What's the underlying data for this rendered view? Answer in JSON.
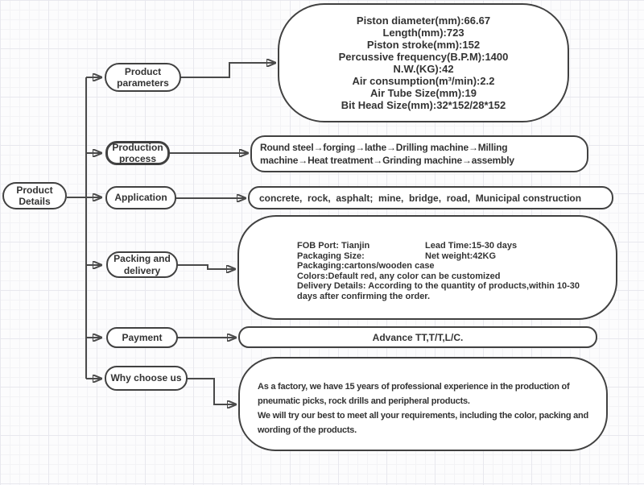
{
  "colors": {
    "line": "#4a4a4a",
    "border": "#414141",
    "text": "#333333",
    "node_bg": "#ffffff"
  },
  "root": {
    "label": "Product\nDetails"
  },
  "branches": [
    {
      "label": "Product\nparameters"
    },
    {
      "label": "Production\nprocess"
    },
    {
      "label": "Application"
    },
    {
      "label": "Packing and\ndelivery"
    },
    {
      "label": "Payment"
    },
    {
      "label": "Why choose us"
    }
  ],
  "params_box": {
    "lines": [
      "Piston diameter(mm):66.67",
      "Length(mm):723",
      "Piston stroke(mm):152",
      "Percussive frequency(B.P.M):1400",
      "N.W.(KG):42",
      "Air consumption(m³/min):2.2",
      "Air Tube Size(mm):19",
      "Bit Head Size(mm):32*152/28*152"
    ]
  },
  "process_box": {
    "text": "Round steel→forging→lathe→Drilling machine→Milling machine→Heat treatment→Grinding machine→assembly"
  },
  "application_box": {
    "text": "concrete,  rock,  asphalt;  mine,  bridge,  road,  Municipal construction"
  },
  "packing_box": {
    "rows": [
      {
        "left": "FOB Port: Tianjin",
        "right": "Lead Time:15-30 days"
      },
      {
        "left": "Packaging Size:",
        "right": "Net weight:42KG"
      }
    ],
    "lines": [
      "Packaging:cartons/wooden case",
      "Colors:Default red, any color can be customized",
      "Delivery Details: According to the quantity of products,within 10-30 days after confirming the order."
    ]
  },
  "payment_box": {
    "text": "Advance TT,T/T,L/C."
  },
  "why_box": {
    "paragraphs": [
      "As a factory, we have 15 years of professional experience in the production of pneumatic picks, rock drills and peripheral products.",
      "We will try our best to meet all your requirements, including the color, packing and wording of the products."
    ]
  }
}
